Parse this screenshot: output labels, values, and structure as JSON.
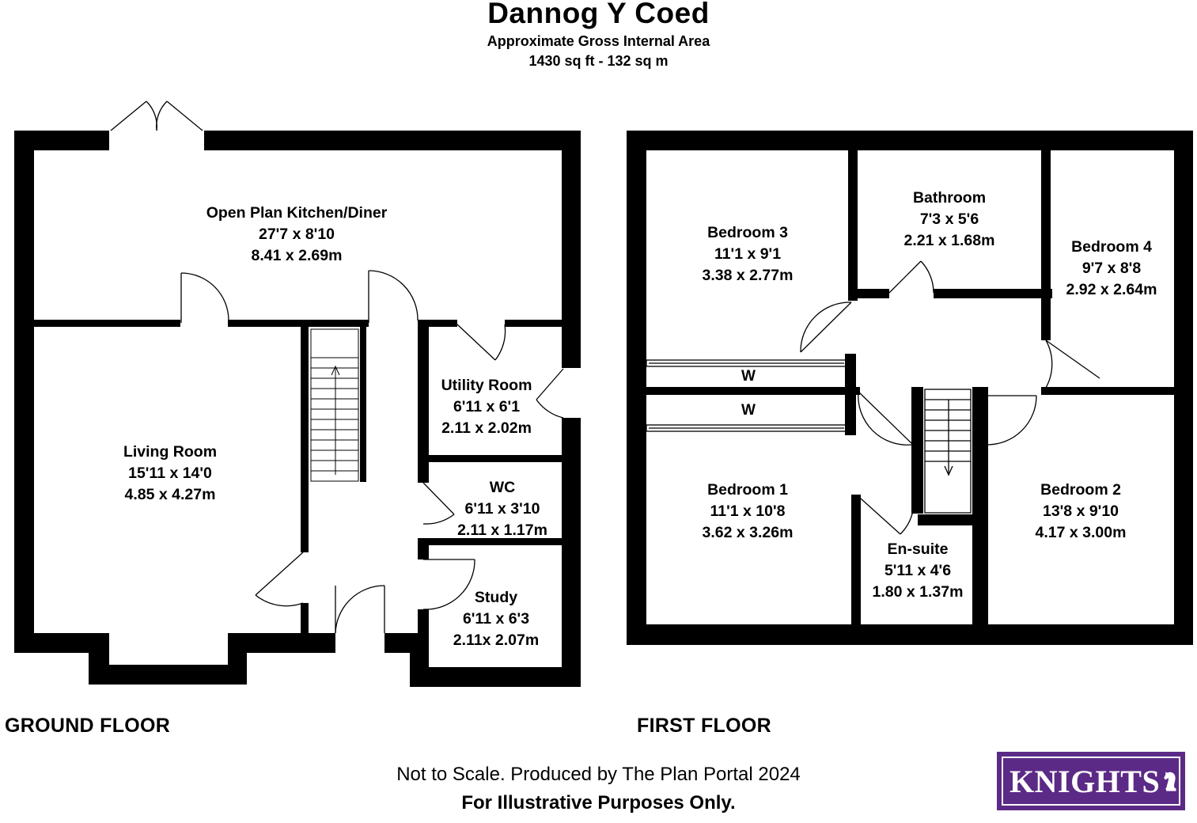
{
  "header": {
    "title": "Dannog Y Coed",
    "area_label": "Approximate Gross Internal Area",
    "area_value": "1430 sq ft - 132 sq m"
  },
  "ground_floor": {
    "label": "GROUND FLOOR",
    "rooms": {
      "kitchen": {
        "name": "Open Plan Kitchen/Diner",
        "imperial": "27'7 x 8'10",
        "metric": "8.41 x 2.69m"
      },
      "living": {
        "name": "Living Room",
        "imperial": "15'11 x 14'0",
        "metric": "4.85 x 4.27m"
      },
      "utility": {
        "name": "Utility Room",
        "imperial": "6'11 x 6'1",
        "metric": "2.11 x 2.02m"
      },
      "wc": {
        "name": "WC",
        "imperial": "6'11 x 3'10",
        "metric": "2.11 x 1.17m"
      },
      "study": {
        "name": "Study",
        "imperial": "6'11 x 6'3",
        "metric": "2.11x 2.07m"
      }
    }
  },
  "first_floor": {
    "label": "FIRST FLOOR",
    "rooms": {
      "bedroom3": {
        "name": "Bedroom 3",
        "imperial": "11'1 x 9'1",
        "metric": "3.38 x 2.77m"
      },
      "bathroom": {
        "name": "Bathroom",
        "imperial": "7'3 x 5'6",
        "metric": "2.21 x 1.68m"
      },
      "bedroom4": {
        "name": "Bedroom 4",
        "imperial": "9'7 x 8'8",
        "metric": "2.92 x 2.64m"
      },
      "bedroom1": {
        "name": "Bedroom 1",
        "imperial": "11'1 x 10'8",
        "metric": "3.62 x 3.26m"
      },
      "ensuite": {
        "name": "En-suite",
        "imperial": "5'11 x 4'6",
        "metric": "1.80 x 1.37m"
      },
      "bedroom2": {
        "name": "Bedroom 2",
        "imperial": "13'8 x 9'10",
        "metric": "4.17 x 3.00m"
      }
    },
    "wardrobe_label": "W"
  },
  "footer": {
    "line1": "Not to Scale. Produced by The Plan Portal 2024",
    "line2": "For Illustrative Purposes Only."
  },
  "logo": {
    "text": "KNIGHTS"
  },
  "colors": {
    "wall": "#000000",
    "logo_bg": "#5b2a86"
  }
}
